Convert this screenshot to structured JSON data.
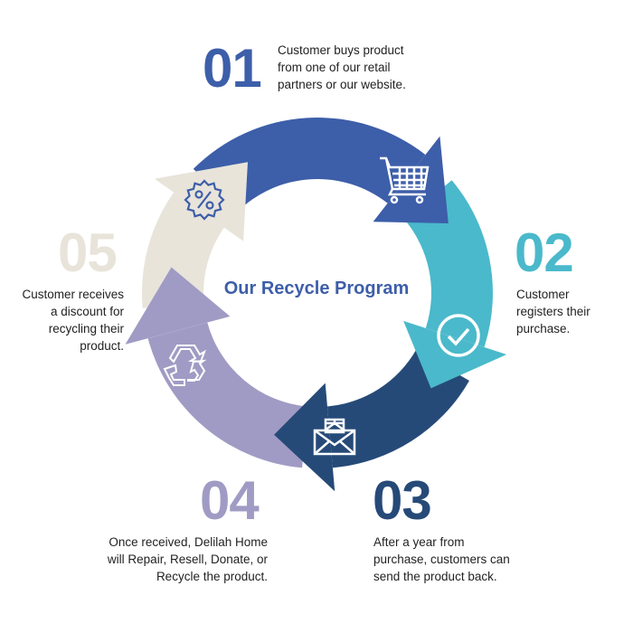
{
  "title": "Our Recycle Program",
  "colors": {
    "step1": "#3d5ea9",
    "step2": "#4ab9cb",
    "step3": "#264a78",
    "step4": "#a09bc4",
    "step5": "#e8e4da"
  },
  "steps": [
    {
      "number": "01",
      "lines": [
        "Customer buys product",
        "from one of our retail",
        "partners or our website."
      ],
      "icon": "shopping-cart-icon"
    },
    {
      "number": "02",
      "lines": [
        "Customer",
        "registers their",
        "purchase."
      ],
      "icon": "checkmark-circle-icon"
    },
    {
      "number": "03",
      "lines": [
        "After a year from",
        "purchase, customers can",
        "send the product back."
      ],
      "icon": "envelope-box-icon"
    },
    {
      "number": "04",
      "lines": [
        "Once received, Delilah Home",
        "will Repair, Resell, Donate, or",
        "Recycle the product."
      ],
      "icon": "recycle-icon"
    },
    {
      "number": "05",
      "lines": [
        "Customer receives",
        "a discount for",
        "recycling their",
        "product."
      ],
      "icon": "percent-badge-icon"
    }
  ]
}
